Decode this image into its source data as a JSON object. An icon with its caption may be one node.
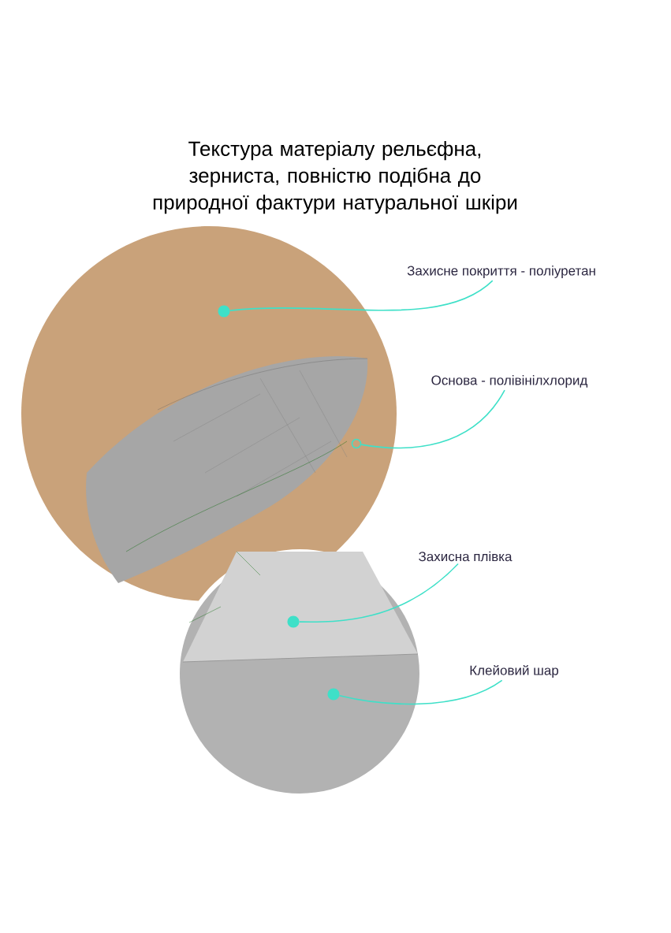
{
  "diagram": {
    "title": "Текстура матеріалу рельєфна, зерниста, повністю подібна до природної фактури натуральної шкіри",
    "nodes": [
      {
        "text": [
          "Захисне покриття - поліуретан"
        ]
      },
      {
        "text": [],
        "shape": "circle"
      },
      {
        "text": [
          "Основа - полівінілхлорид"
        ]
      },
      {
        "text": [],
        "shape": "circle"
      },
      {
        "text": [
          "Захисна  плівка"
        ]
      },
      {
        "text": [],
        "shape": "circle"
      },
      {
        "text": [
          "Клейовий шар"
        ]
      },
      {
        "text": [],
        "shape": "circle"
      }
    ],
    "edges": [
      {
        "from": 0,
        "to": 1,
        "arrow": "none"
      },
      {
        "from": 2,
        "to": 3,
        "arrow": "none"
      },
      {
        "from": 4,
        "to": 5,
        "arrow": "none"
      },
      {
        "from": 6,
        "to": 7,
        "arrow": "none"
      }
    ]
  }
}
